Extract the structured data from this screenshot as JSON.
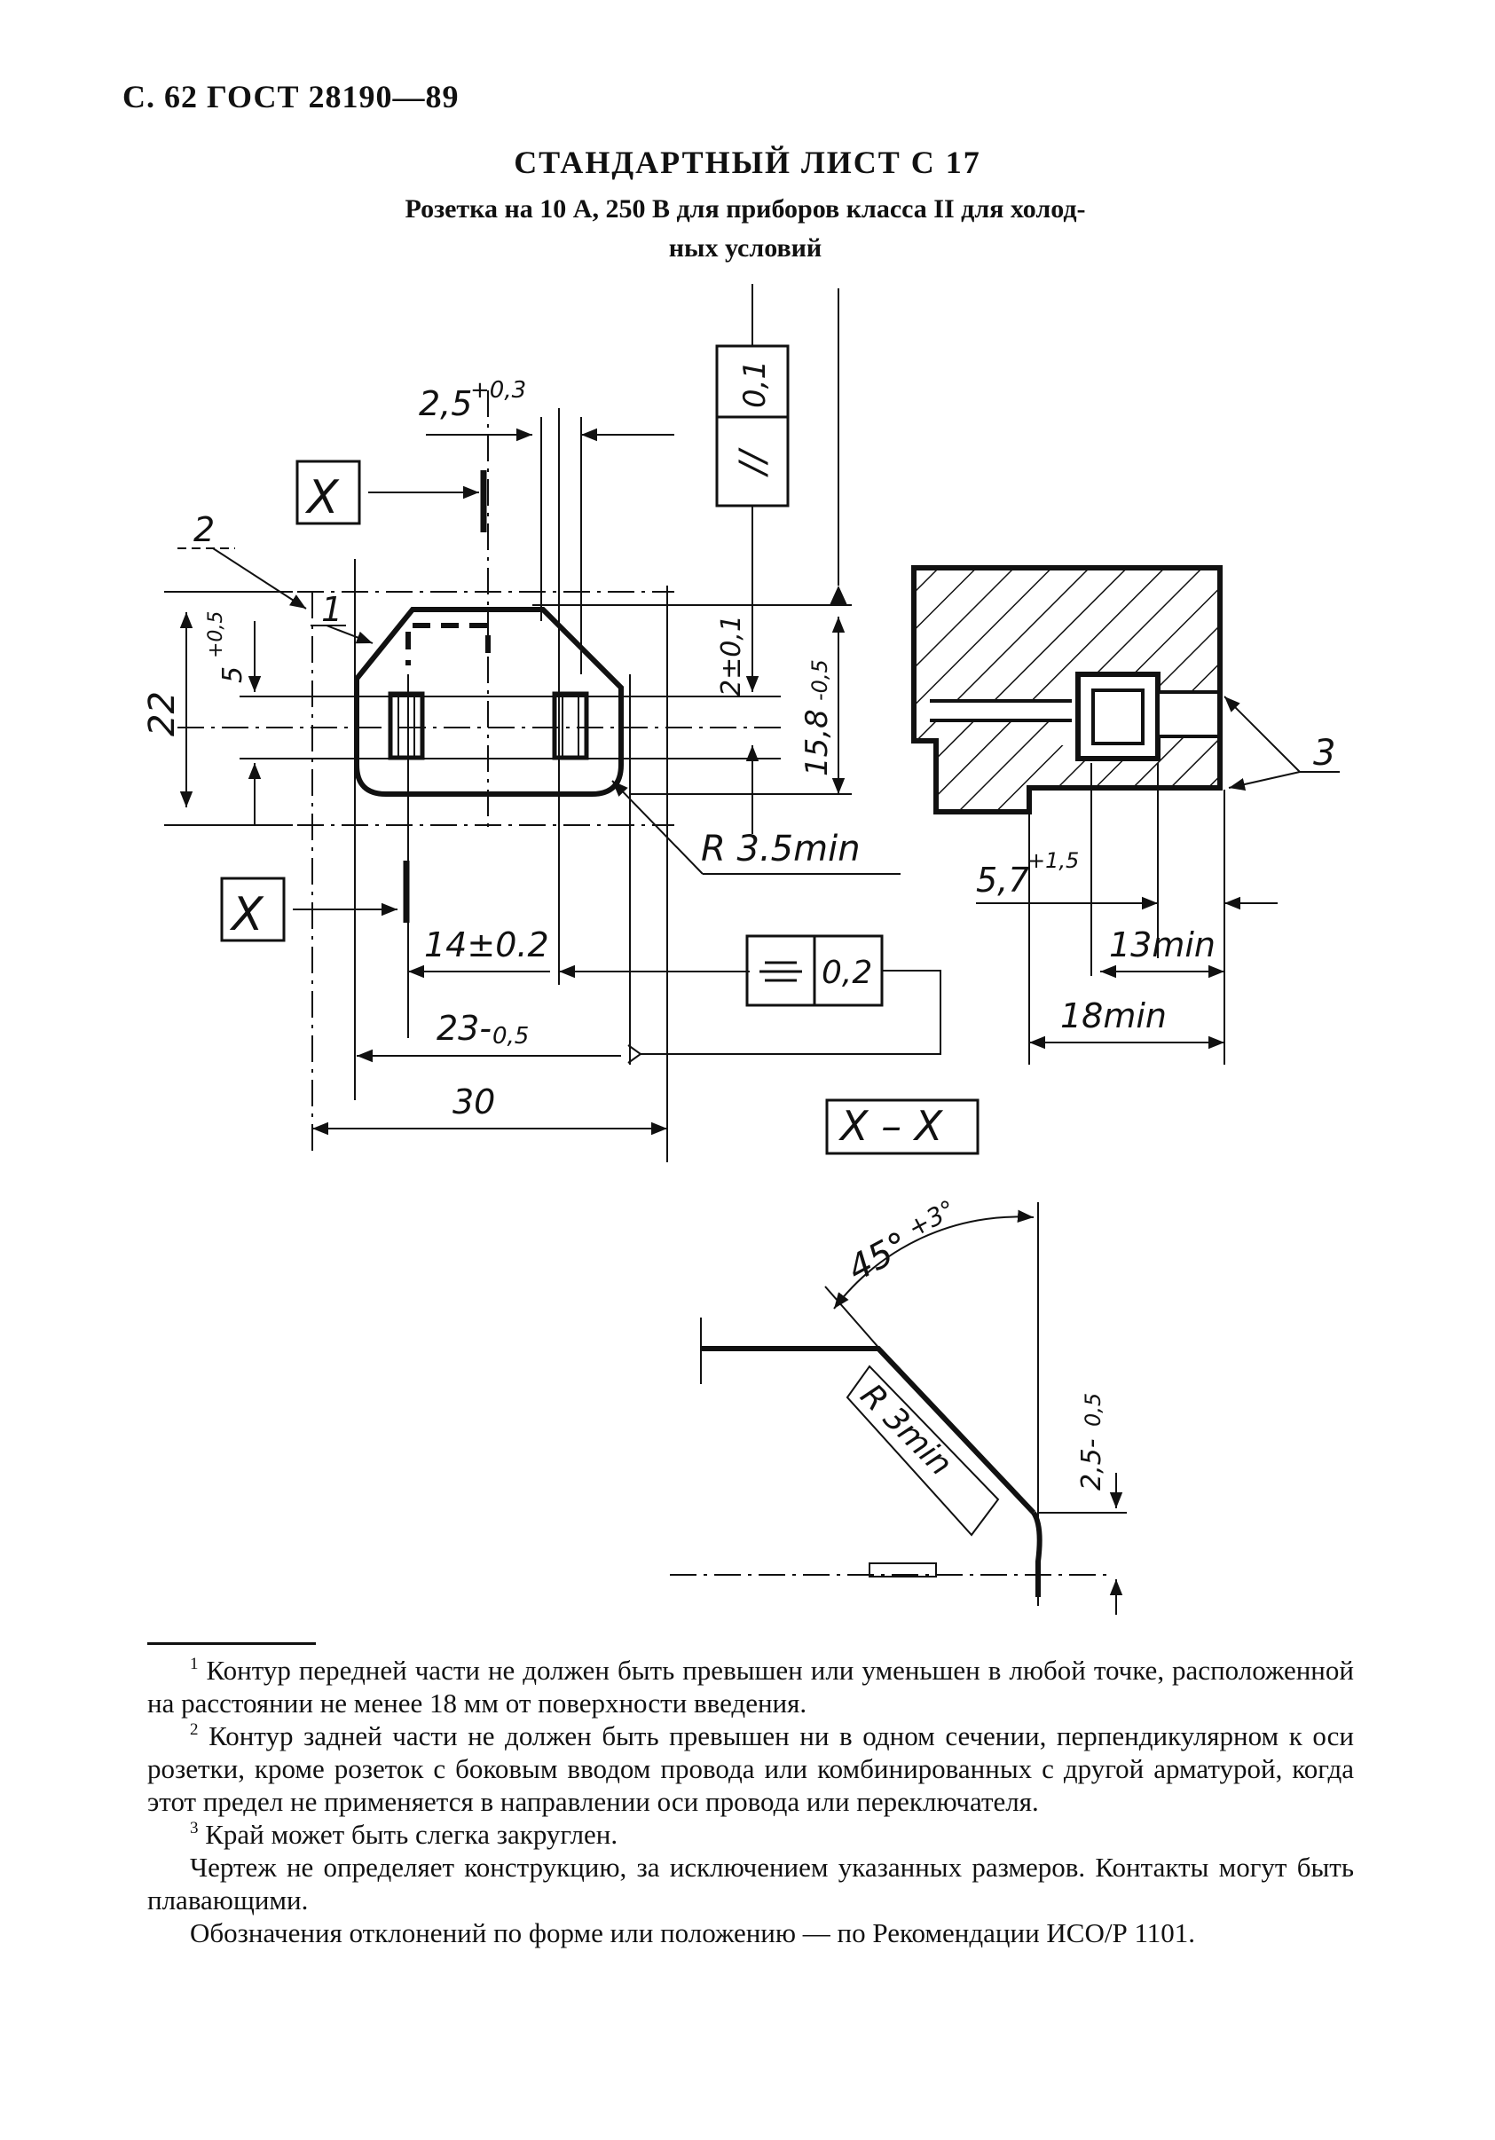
{
  "header": {
    "page_ref": "С. 62 ГОСТ 28190—89"
  },
  "title": "СТАНДАРТНЫЙ ЛИСТ С 17",
  "subtitle": {
    "line1": "Розетка на 10 А, 250 В для приборов класса II для холод-",
    "line2": "ных условий"
  },
  "drawing": {
    "labels": {
      "dim_2_5": "2,5",
      "dim_2_5_tol": "+0,3",
      "ref_1": "1",
      "ref_2": "2",
      "ref_3": "3",
      "section_mark": "X",
      "dim_22": "22",
      "dim_5": "5",
      "dim_5_tol": "+0,5",
      "parallel_symbol": "//",
      "parallel_tol": "0,1",
      "dim_2": "2±0,1",
      "dim_15_8": "15,8",
      "dim_15_8_tol": "-0,5",
      "radius_3_5": "R  3.5min",
      "dim_14": "14±0.2",
      "dim_23": "23-",
      "dim_23_tol": "0,5",
      "dim_30": "30",
      "sym_tol": "0,2",
      "dim_5_7": "5,7",
      "dim_5_7_tol": "+1,5",
      "dim_13min": "13min",
      "dim_18min": "18min",
      "section_label": "X – X",
      "angle": "45°",
      "angle_tol": "+3°",
      "radius_3": "R  3min",
      "dim_2_5b": "2,5-",
      "dim_2_5b_tol": "0,5"
    }
  },
  "footnotes": [
    {
      "num": "1",
      "text": "Контур передней части не должен быть превышен или уменьшен в любой точке, расположенной на расстоянии не менее 18 мм от поверхности введения."
    },
    {
      "num": "2",
      "text": "Контур задней части не должен быть превышен ни в одном сечении, перпендикулярном к оси розетки, кроме розеток с боковым вводом провода или комбинированных с другой арматурой, когда этот предел не применяется в направлении оси провода или переключателя."
    },
    {
      "num": "3",
      "text": "Край может быть слегка закруглен."
    },
    {
      "num": "",
      "text": "Чертеж не определяет конструкцию, за исключением указанных размеров. Контакты могут быть плавающими."
    },
    {
      "num": "",
      "text": "Обозначения отклонений по форме или положению — по Рекомендации ИСО/Р 1101."
    }
  ]
}
